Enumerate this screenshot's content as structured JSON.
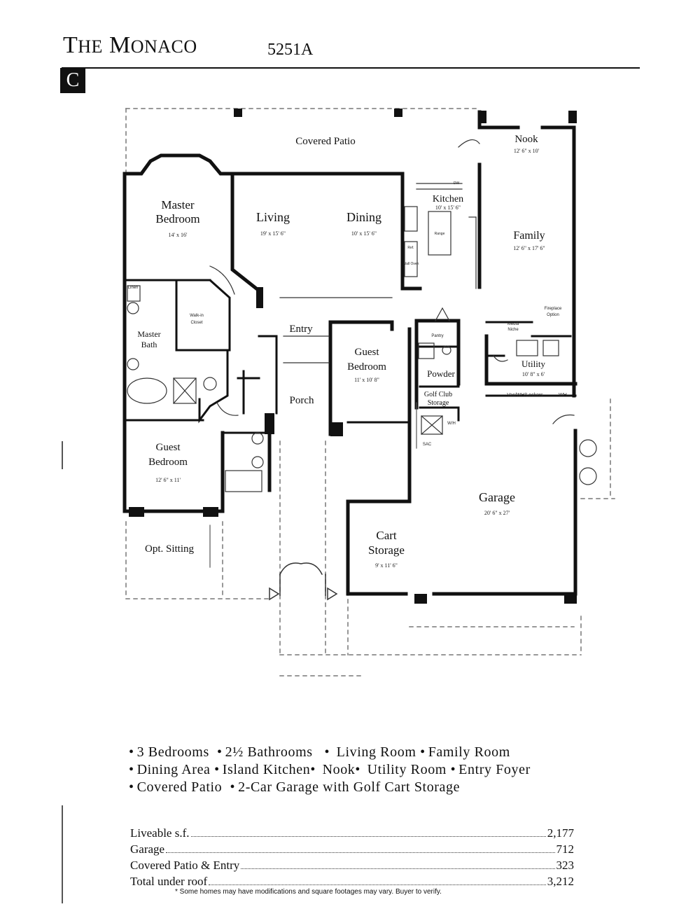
{
  "header": {
    "title_first": "T",
    "title_small_1": "HE",
    "title_second": "M",
    "title_small_2": "ONACO",
    "model": "5251A",
    "badge": "C"
  },
  "rooms": {
    "covered_patio": "Covered Patio",
    "nook": "Nook",
    "nook_dim": "12' 6\" x 10'",
    "master_bedroom_1": "Master",
    "master_bedroom_2": "Bedroom",
    "master_bedroom_dim": "14' x 16'",
    "living": "Living",
    "living_dim": "19' x 15' 6\"",
    "dining": "Dining",
    "dining_dim": "10' x 15' 6\"",
    "kitchen": "Kitchen",
    "kitchen_dim": "10' x 15' 6\"",
    "family": "Family",
    "family_dim": "12' 6\" x 17' 6\"",
    "linen": "Linen",
    "walkin_1": "Walk-in",
    "walkin_2": "Closet",
    "master_bath_1": "Master",
    "master_bath_2": "Bath",
    "entry": "Entry",
    "pantry": "Pantry",
    "guest_bedroom_1": "Guest",
    "guest_bedroom_2": "Bedroom",
    "guest_bedroom_dim": "11' x 10' 8\"",
    "powder": "Powder",
    "media_niche_1": "Media",
    "media_niche_2": "Niche",
    "fireplace_1": "Fireplace",
    "fireplace_2": "Option",
    "utility": "Utility",
    "utility_dim": "10' 8\" x 6'",
    "porch": "Porch",
    "golf_club_1": "Golf Club",
    "golf_club_2": "Storage",
    "vac_lockers": "Vac/WH/Lockers",
    "wh": "WH",
    "guest_bedroom2_1": "Guest",
    "guest_bedroom2_2": "Bedroom",
    "guest_bedroom2_dim": "12' 6\" x 11'",
    "garage": "Garage",
    "garage_dim": "20' 6\" x 27'",
    "cart_storage_1": "Cart",
    "cart_storage_2": "Storage",
    "cart_storage_dim": "9' x 11' 6\"",
    "opt_sitting": "Opt. Sitting",
    "dw": "DW",
    "wall_oven": "Wall Oven",
    "ref": "Ref.",
    "range": "Range",
    "wh_small": "W/H",
    "sac": "SAC"
  },
  "features": {
    "line1": [
      "3 Bedrooms",
      "2½ Bathrooms",
      "Living Room",
      "Family Room"
    ],
    "line2": [
      "Dining Area",
      "Island Kitchen",
      "Nook",
      "Utility Room",
      "Entry Foyer"
    ],
    "line3": [
      "Covered Patio",
      "2-Car Garage with Golf Cart Storage"
    ]
  },
  "stats": [
    {
      "label": "Liveable s.f.",
      "value": "2,177"
    },
    {
      "label": "Garage",
      "value": "712"
    },
    {
      "label": "Covered Patio & Entry",
      "value": "323"
    },
    {
      "label": "Total under roof",
      "value": "3,212"
    }
  ],
  "note": "* Some homes may have modifications and square footages may vary. Buyer to verify."
}
